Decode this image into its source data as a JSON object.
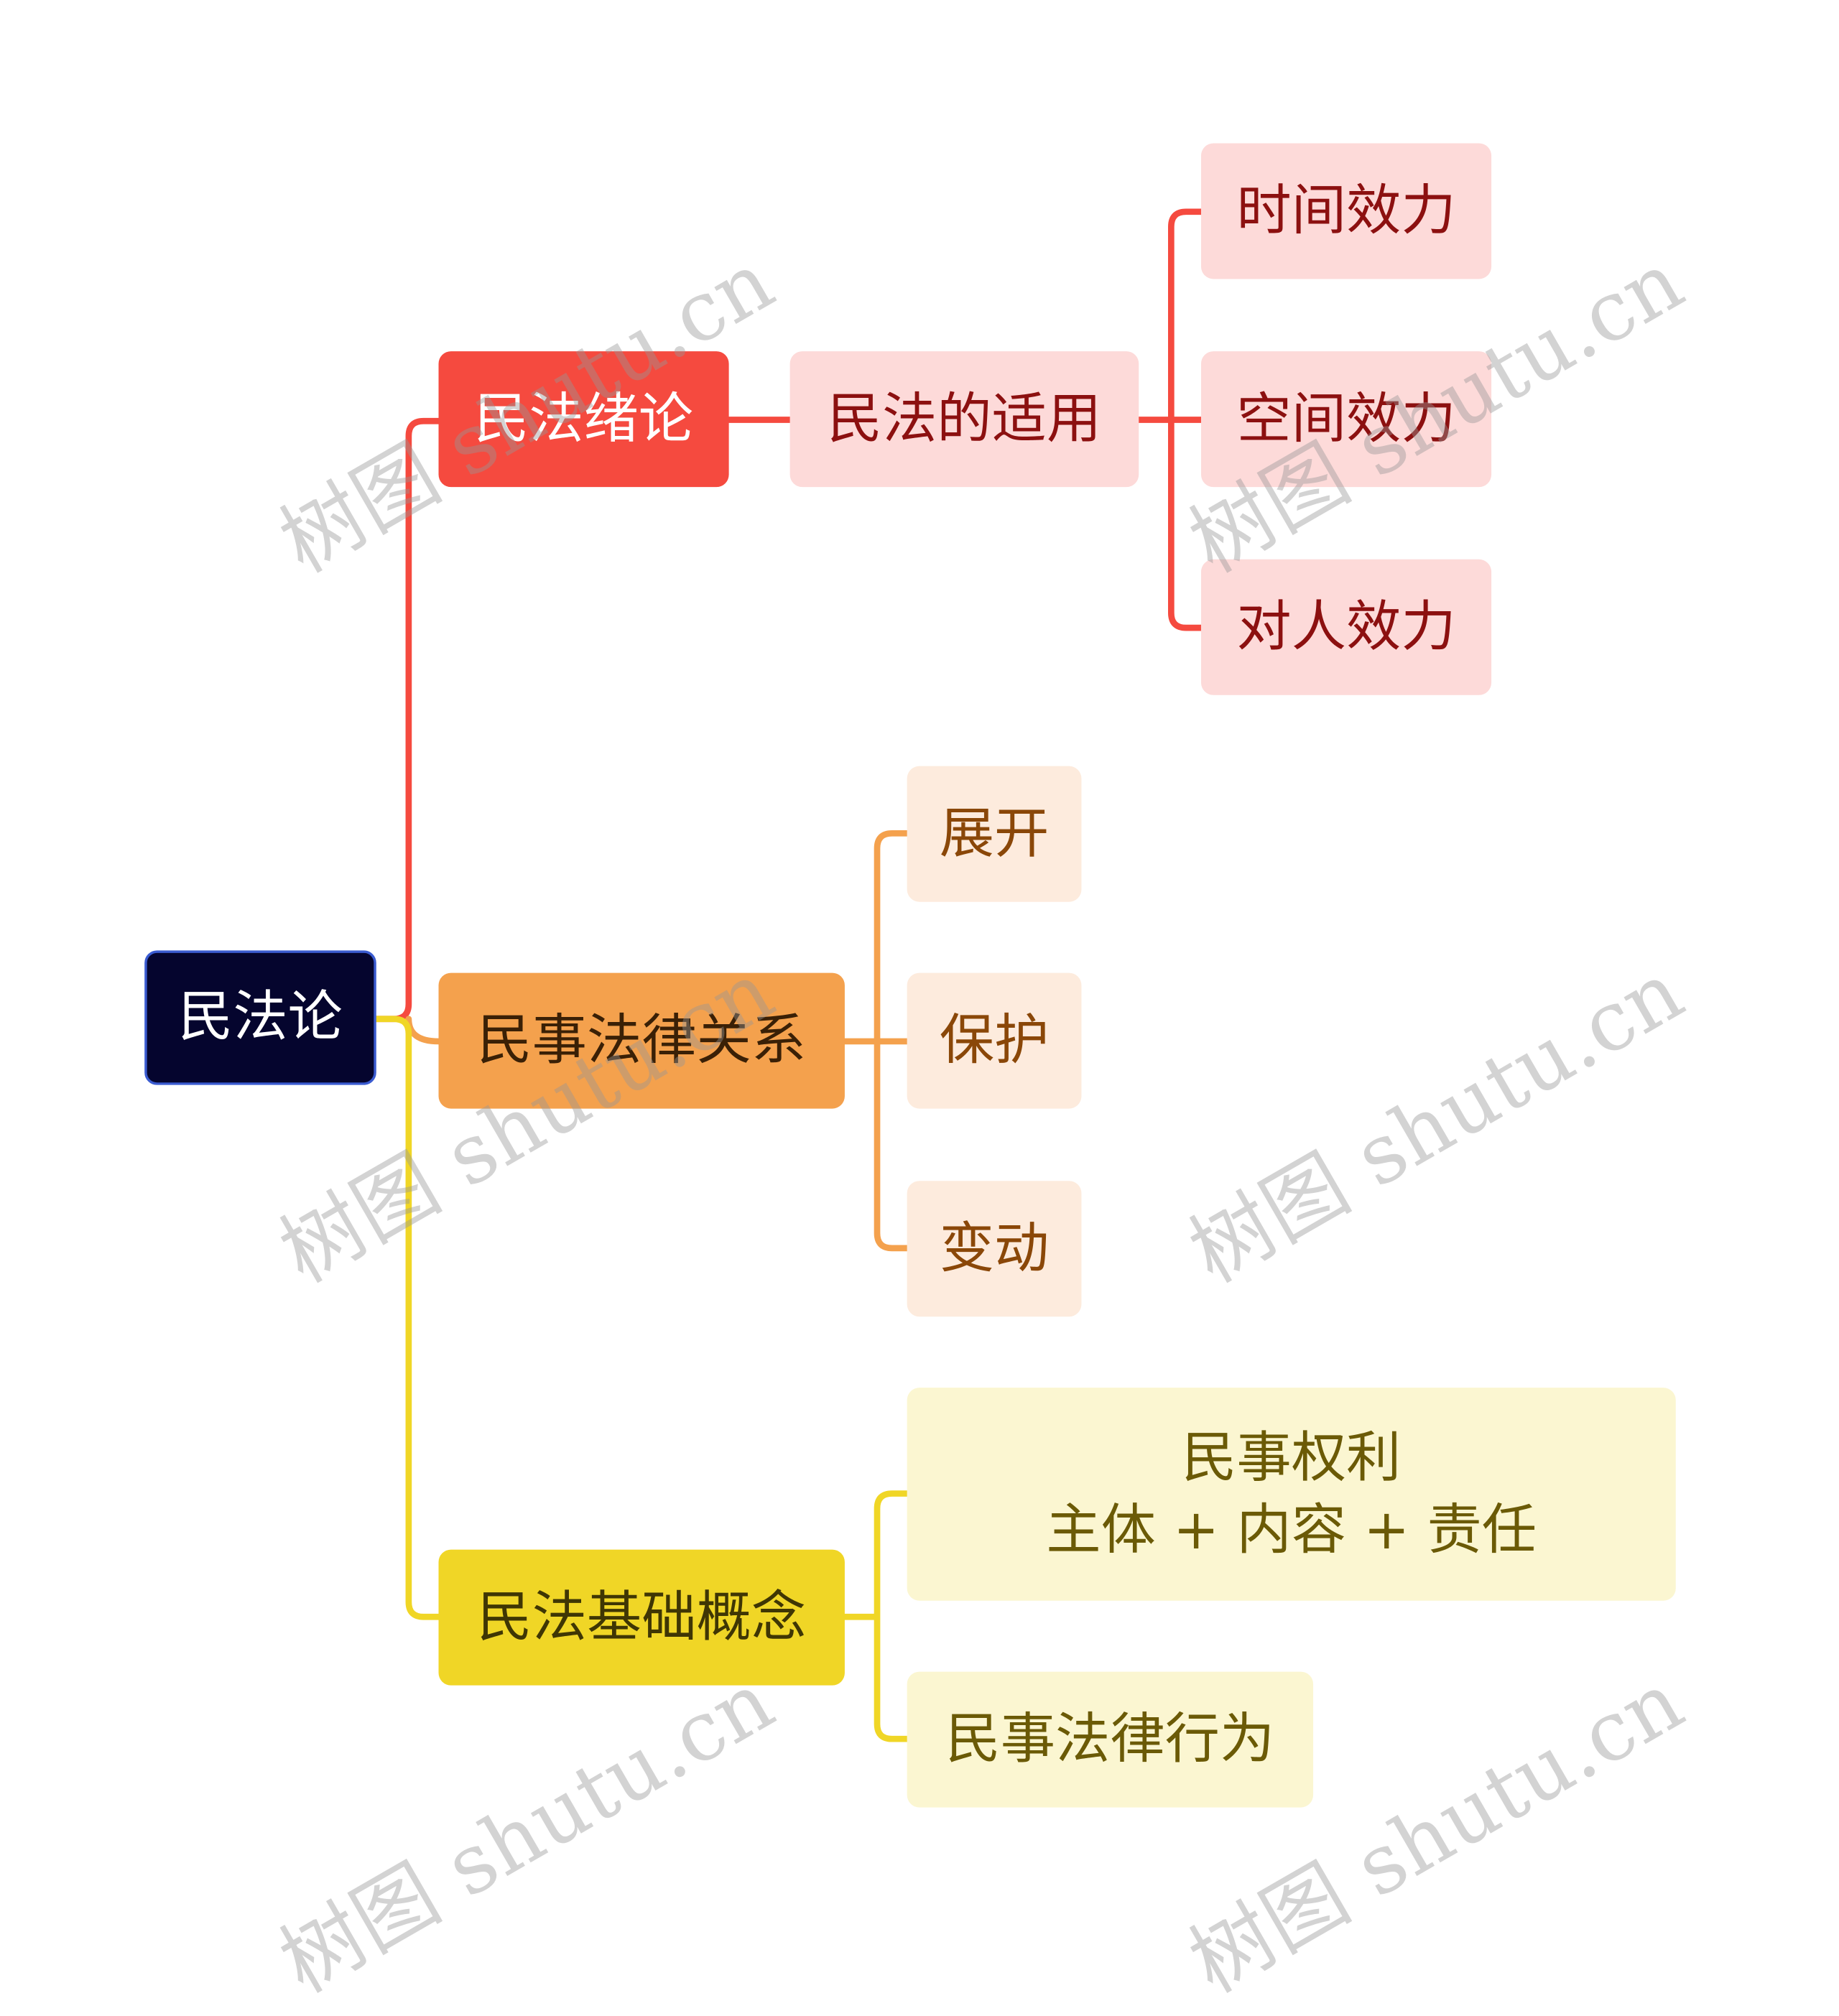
{
  "root": {
    "label": "民法论"
  },
  "branches": [
    {
      "label": "民法绪论",
      "color": "#f54a3f",
      "child": {
        "label": "民法的适用",
        "children": [
          "时间效力",
          "空间效力",
          "对人效力"
        ]
      }
    },
    {
      "label": "民事法律关系",
      "color": "#f4a14d",
      "children": [
        "展开",
        "保护",
        "变动"
      ]
    },
    {
      "label": "民法基础概念",
      "color": "#f0d626",
      "children": [
        {
          "line1": "民事权利",
          "line2": "主体 + 内容 + 责任"
        },
        "民事法律行为"
      ]
    }
  ],
  "watermark": "树图 shutu.cn"
}
